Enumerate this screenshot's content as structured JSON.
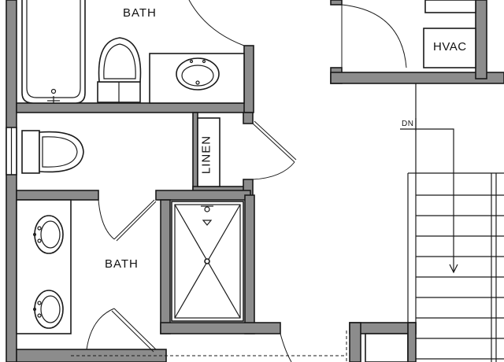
{
  "rooms": {
    "bath_top": "BATH",
    "bath_mid": "BATH",
    "linen": "LINEN",
    "hvac": "HVAC"
  },
  "stairs": {
    "direction": "DN"
  }
}
